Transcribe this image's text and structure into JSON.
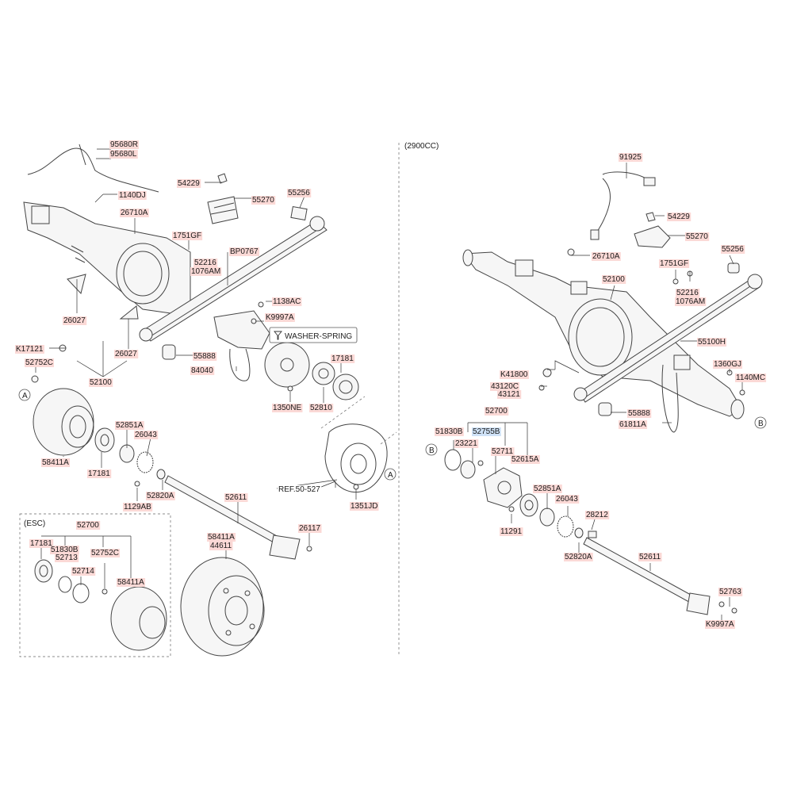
{
  "labels": {
    "95680R": "95680R",
    "95680L": "95680L",
    "1140DJ": "1140DJ",
    "54229_l": "54229",
    "55270_l": "55270",
    "55256_l": "55256",
    "26710A_l": "26710A",
    "1751GF_l": "1751GF",
    "52216_l": "52216",
    "1076AM_l": "1076AM",
    "BP0767": "BP0767",
    "1138AC": "1138AC",
    "K9997A_l": "K9997A",
    "26027a": "26027",
    "26027b": "26027",
    "K17121": "K17121",
    "52752C_l": "52752C",
    "55888_l": "55888",
    "84040": "84040",
    "17181_a": "17181",
    "1350NE": "1350NE",
    "52810": "52810",
    "52100_l": "52100",
    "58411A_l": "58411A",
    "52851A_l": "52851A",
    "26043_l": "26043",
    "17181_b": "17181",
    "52820A_l": "52820A",
    "1129AB": "1129AB",
    "52611_l": "52611",
    "REF": "REF.50-527",
    "1351JD": "1351JD",
    "26117": "26117",
    "52700_esc": "52700",
    "17181_esc": "17181",
    "51830B_esc": "51830B",
    "52713": "52713",
    "52752C_esc": "52752C",
    "52714": "52714",
    "58411A_esc": "58411A",
    "58411A_drum": "58411A",
    "44611": "44611",
    "91925": "91925",
    "54229_r": "54229",
    "55270_r": "55270",
    "26710A_r": "26710A",
    "55256_r": "55256",
    "52100_r": "52100",
    "1751GF_r": "1751GF",
    "52216_r": "52216",
    "1076AM_r": "1076AM",
    "55100H": "55100H",
    "K41800": "K41800",
    "1360GJ": "1360GJ",
    "43120C": "43120C",
    "43121": "43121",
    "1140MC": "1140MC",
    "52700_r": "52700",
    "55888_r": "55888",
    "51830B_r": "51830B",
    "52755B": "52755B",
    "61811A": "61811A",
    "23221": "23221",
    "52711": "52711",
    "52615A": "52615A",
    "52851A_r": "52851A",
    "26043_r": "26043",
    "11291": "11291",
    "28212": "28212",
    "52820A_r": "52820A",
    "52611_r": "52611",
    "52763": "52763",
    "K9997A_r": "K9997A"
  },
  "sections": {
    "esc": "(ESC)",
    "engine": "(2900CC)"
  },
  "markers": {
    "A": "A",
    "B": "B"
  },
  "tooltip": {
    "text": "WASHER-SPRING"
  },
  "colors": {
    "label_bg": "#fbd9d6",
    "selected_bg": "#cfe2f7",
    "line": "#444444"
  }
}
